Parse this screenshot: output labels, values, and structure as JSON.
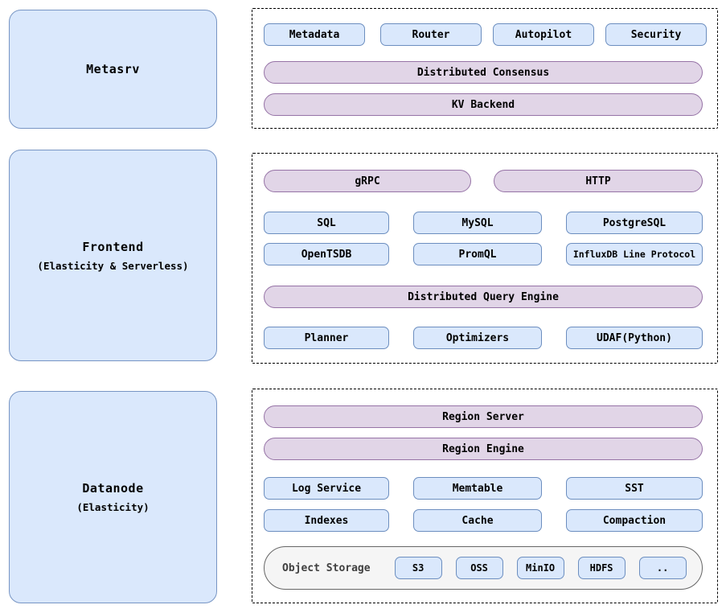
{
  "colors": {
    "blue_fill": "#dae8fc",
    "blue_border": "#6c8ebf",
    "purple_fill": "#e1d5e7",
    "purple_border": "#9673a6",
    "storage_fill": "#f5f5f5",
    "storage_border": "#666666"
  },
  "left_column": {
    "metasrv": {
      "title": "Metasrv"
    },
    "frontend": {
      "title": "Frontend",
      "subtitle": "(Elasticity & Serverless)"
    },
    "datanode": {
      "title": "Datanode",
      "subtitle": "(Elasticity)"
    }
  },
  "metasrv_panel": {
    "components": [
      "Metadata",
      "Router",
      "Autopilot",
      "Security"
    ],
    "consensus": "Distributed Consensus",
    "kv_backend": "KV Backend"
  },
  "frontend_panel": {
    "grpc": "gRPC",
    "http": "HTTP",
    "protocols_row1": [
      "SQL",
      "MySQL",
      "PostgreSQL"
    ],
    "protocols_row2": [
      "OpenTSDB",
      "PromQL",
      "InfluxDB Line Protocol"
    ],
    "query_engine": "Distributed Query Engine",
    "engine_components": [
      "Planner",
      "Optimizers",
      "UDAF(Python)"
    ]
  },
  "datanode_panel": {
    "region_server": "Region Server",
    "region_engine": "Region Engine",
    "components_row1": [
      "Log Service",
      "Memtable",
      "SST"
    ],
    "components_row2": [
      "Indexes",
      "Cache",
      "Compaction"
    ],
    "object_storage": {
      "label": "Object Storage",
      "backends": [
        "S3",
        "OSS",
        "MinIO",
        "HDFS",
        ".."
      ]
    }
  }
}
